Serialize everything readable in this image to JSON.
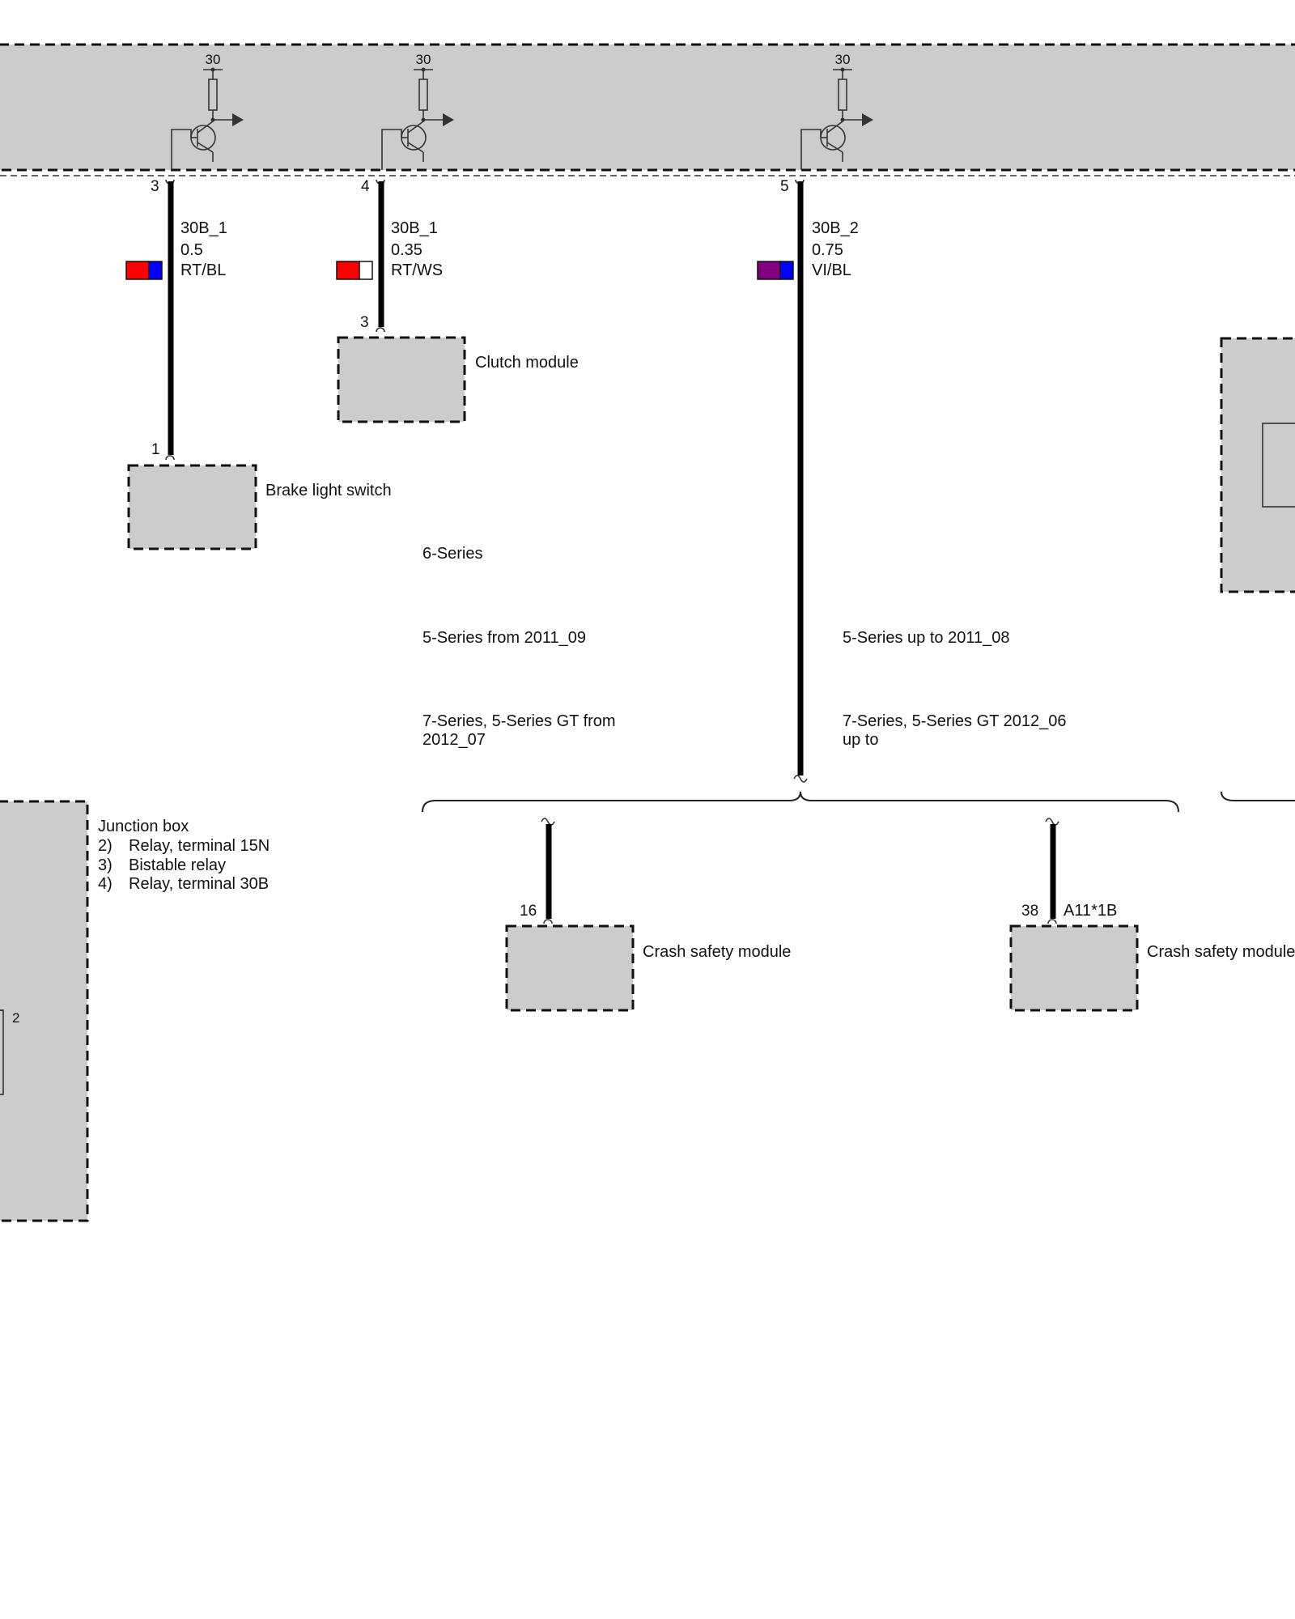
{
  "colors": {
    "red": "#ff0000",
    "blue": "#0000ff",
    "violet": "#800080",
    "white": "#ffffff",
    "module_fill": "#cccccc"
  },
  "top_unit": {
    "supply_labels": [
      "30",
      "30",
      "30"
    ]
  },
  "wires": [
    {
      "pin": "3",
      "signal": "30B_1",
      "size": "0.5",
      "color_code": "RT/BL",
      "end_pin": "1"
    },
    {
      "pin": "4",
      "signal": "30B_1",
      "size": "0.35",
      "color_code": "RT/WS",
      "end_pin": "3"
    },
    {
      "pin": "5",
      "signal": "30B_2",
      "size": "0.75",
      "color_code": "VI/BL"
    }
  ],
  "components": {
    "clutch_module": "Clutch module",
    "brake_light_switch": "Brake light switch",
    "crash_module_left": {
      "label": "Crash safety module",
      "pin": "16"
    },
    "crash_module_right": {
      "label": "Crash safety module",
      "pin": "38",
      "connector": "A11*1B"
    }
  },
  "variants": {
    "left": [
      "6-Series",
      "5-Series from 2011_09",
      "7-Series, 5-Series GT from",
      "2012_07"
    ],
    "right": [
      "5-Series up to 2011_08",
      "7-Series, 5-Series GT 2012_06",
      "up to"
    ]
  },
  "junction_box": {
    "title": "Junction box",
    "items": [
      {
        "num": "2)",
        "text": "Relay, terminal 15N"
      },
      {
        "num": "3)",
        "text": "Bistable relay"
      },
      {
        "num": "4)",
        "text": "Relay, terminal 30B"
      }
    ],
    "inner_pin": "2"
  }
}
